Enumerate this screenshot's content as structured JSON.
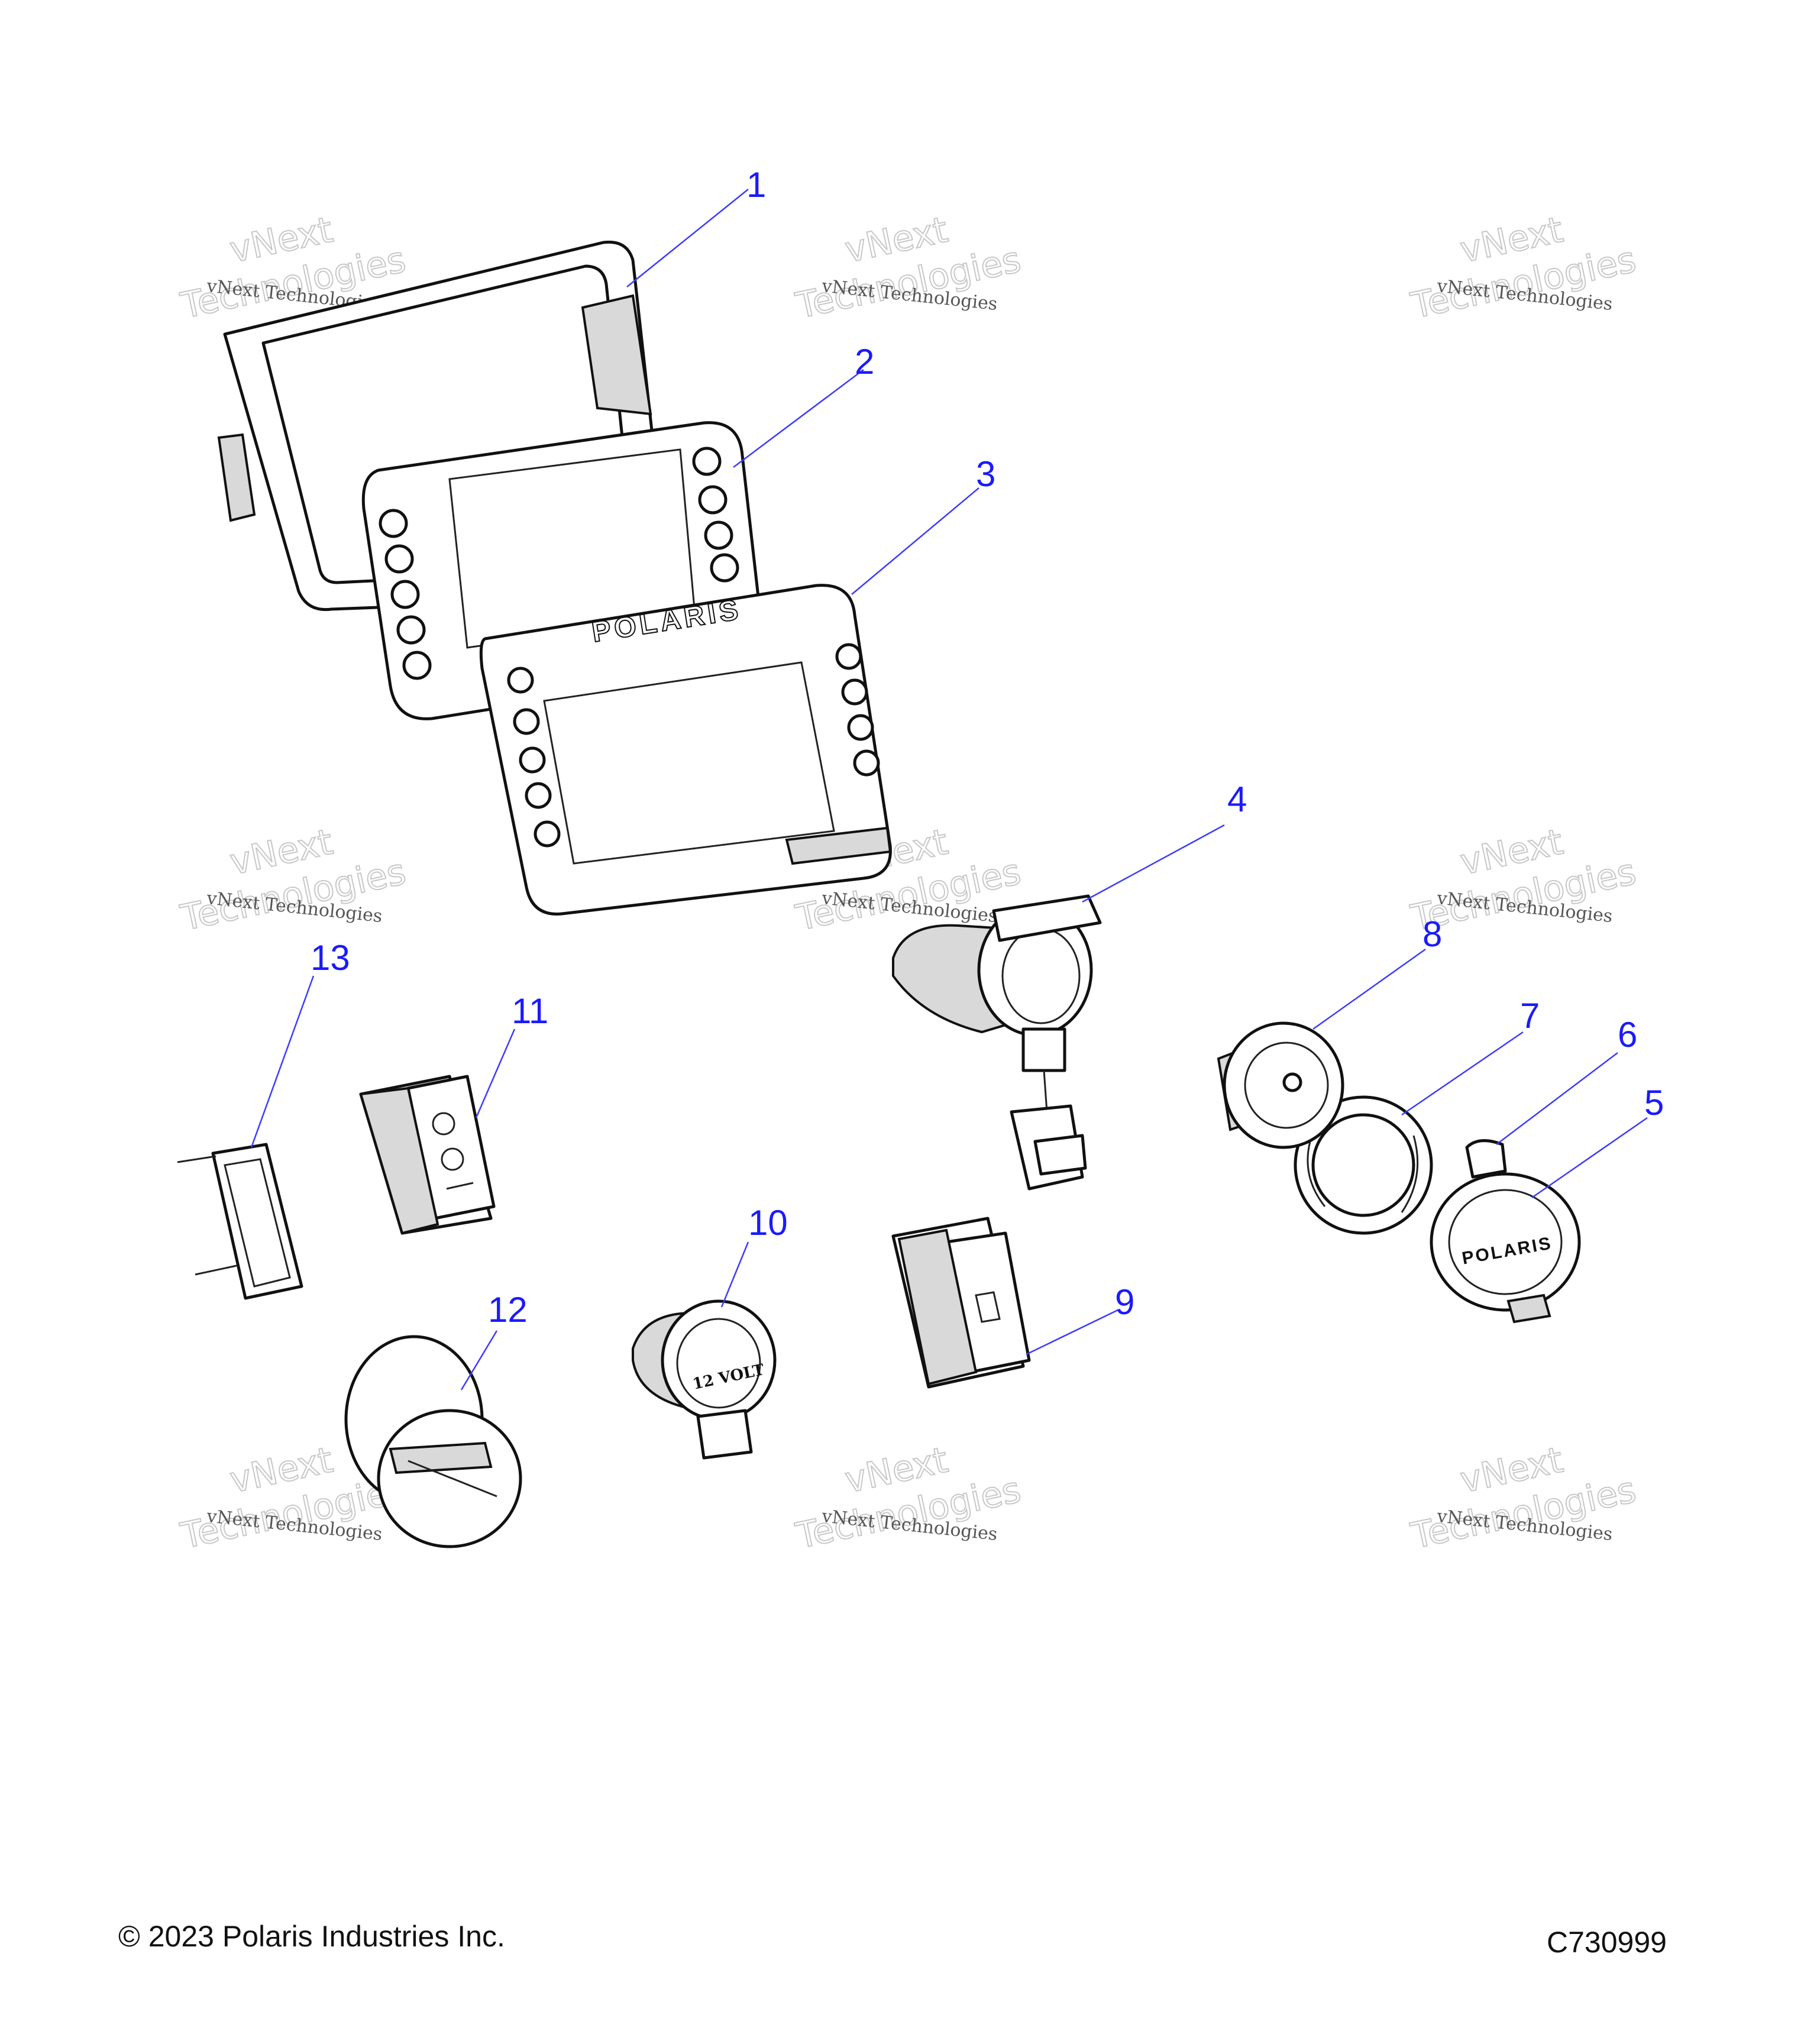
{
  "diagram": {
    "callouts": [
      "1",
      "2",
      "3",
      "4",
      "5",
      "6",
      "7",
      "8",
      "9",
      "10",
      "11",
      "12",
      "13"
    ],
    "logo_text": "POLARIS",
    "socket_label": "12 VOLT",
    "watermark_small": "vNext Technologies",
    "watermark_big_1": "vNext",
    "watermark_big_2": "Technologies"
  },
  "footer": {
    "copyright": "© 2023 Polaris Industries Inc.",
    "code": "C730999"
  },
  "colors": {
    "callout": "#1a1aff",
    "line": "#111111",
    "shade": "#d9d9d9"
  }
}
